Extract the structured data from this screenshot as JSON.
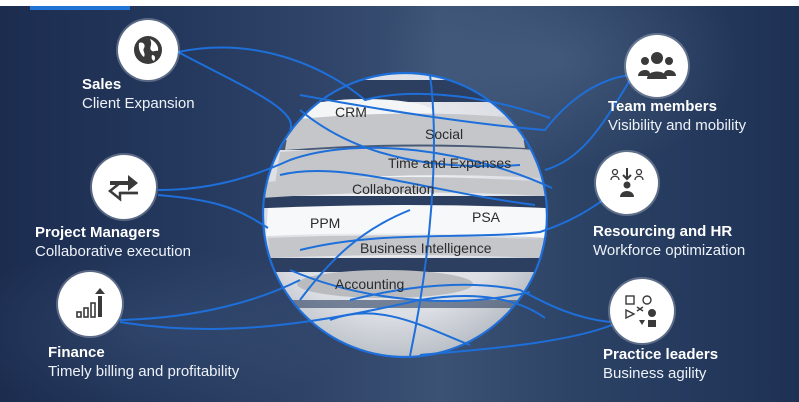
{
  "nodes": {
    "sales": {
      "title": "Sales",
      "subtitle": "Client Expansion",
      "icon": "globe-icon"
    },
    "project_managers": {
      "title": "Project Managers",
      "subtitle": "Collaborative execution",
      "icon": "exchange-arrows-icon"
    },
    "finance": {
      "title": "Finance",
      "subtitle": "Timely billing and profitability",
      "icon": "growth-bars-icon"
    },
    "team_members": {
      "title": "Team members",
      "subtitle": "Visibility and mobility",
      "icon": "people-group-icon"
    },
    "resourcing_hr": {
      "title": "Resourcing and HR",
      "subtitle": "Workforce optimization",
      "icon": "resource-assign-icon"
    },
    "practice_leaders": {
      "title": "Practice leaders",
      "subtitle": "Business agility",
      "icon": "shapes-flow-icon"
    }
  },
  "sphere": {
    "crm": "CRM",
    "social": "Social",
    "time_expenses": "Time and Expenses",
    "collaboration": "Collaboration",
    "ppm": "PPM",
    "psa": "PSA",
    "business_intelligence": "Business Intelligence",
    "accounting": "Accounting"
  },
  "colors": {
    "line": "#1e6fd9",
    "band_white": "#f4f5f7",
    "band_grey": "#c4c6ca",
    "accent": "#1f74d6"
  }
}
